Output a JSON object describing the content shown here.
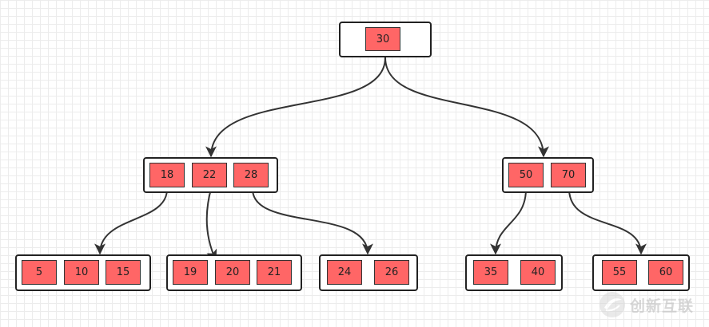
{
  "tree": {
    "nodes": [
      {
        "id": "root",
        "keys": [
          "30"
        ]
      },
      {
        "id": "l1-left",
        "keys": [
          "18",
          "22",
          "28"
        ]
      },
      {
        "id": "l1-right",
        "keys": [
          "50",
          "70"
        ]
      },
      {
        "id": "leaf-1",
        "keys": [
          "5",
          "10",
          "15"
        ]
      },
      {
        "id": "leaf-2",
        "keys": [
          "19",
          "20",
          "21"
        ]
      },
      {
        "id": "leaf-3",
        "keys": [
          "24",
          "26"
        ]
      },
      {
        "id": "leaf-4",
        "keys": [
          "35",
          "40"
        ]
      },
      {
        "id": "leaf-5",
        "keys": [
          "55",
          "60"
        ]
      }
    ],
    "edges": [
      {
        "from": "root",
        "to": "l1-left"
      },
      {
        "from": "root",
        "to": "l1-right"
      },
      {
        "from": "l1-left",
        "to": "leaf-1"
      },
      {
        "from": "l1-left",
        "to": "leaf-2"
      },
      {
        "from": "l1-left",
        "to": "leaf-3"
      },
      {
        "from": "l1-right",
        "to": "leaf-4"
      },
      {
        "from": "l1-right",
        "to": "leaf-5"
      }
    ]
  },
  "colors": {
    "key_fill": "#ff6666",
    "key_border": "#333333",
    "node_border": "#222222",
    "edge": "#333333",
    "grid": "#ececec"
  },
  "watermark": {
    "text": "创新互联",
    "icon": "swoosh-logo-icon"
  }
}
